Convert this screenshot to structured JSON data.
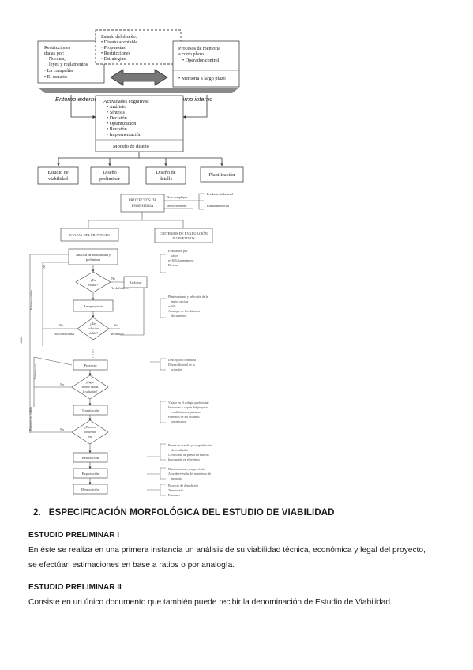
{
  "top_diagram": {
    "restricciones": {
      "title": "Restricciones",
      "line2": "dadas por:",
      "items": [
        "• Normas,",
        "leyes y reglamentos",
        "• La compañía",
        "• El usuario"
      ]
    },
    "estado": {
      "title": "Estado del diseño:",
      "items": [
        "• Diseño aceptable",
        "• Propuestas",
        "• Restricciones",
        "• Estrategias"
      ]
    },
    "procesos": {
      "lines": [
        "Procesos de memoria",
        "a corto plazo",
        "• Operador/control"
      ],
      "extra": "• Memoria a largo plazo"
    },
    "entorno_externo": "Entorno externo",
    "entorno_interno": "Entorno interno",
    "actividades": {
      "title": "Actividades cognitivas",
      "items": [
        "• Análisis",
        "• Síntesis",
        "• Decisión",
        "• Optimización",
        "• Revisión",
        "• Implementación"
      ]
    },
    "modelo": "Modelo de diseño",
    "outputs": [
      {
        "line1": "Estudio de",
        "line2": "viabilidad"
      },
      {
        "line1": "Diseño",
        "line2": "preliminar"
      },
      {
        "line1": "Diseño de",
        "line2": "detalle"
      },
      {
        "line1": "Planificación",
        "line2": ""
      }
    ]
  },
  "flow": {
    "proyectos": {
      "line1": "PROYECTOS DE",
      "line2": "INGENIERIA"
    },
    "son_complejos": "Son complejos",
    "se_dividen": "Se dividen en:",
    "producto": "Producto industrial",
    "planta": "Planta industrial",
    "etapas": "ETAPAS DEL PROYECTO",
    "criterios": {
      "line1": "CRITERIOS DE EVALUACIÓN",
      "line2": "Y OBJETIVOS"
    },
    "analisis": {
      "line1": "Análisis de factibilidad y",
      "line2": "preliminar"
    },
    "es_viable": {
      "line1": "¿Es",
      "line2": "viable?"
    },
    "archivar": "Archivar",
    "no": "No",
    "no_definitivo": "No definitivo",
    "anteproyecto": "Anteproyecto",
    "hay_solucion": {
      "line1": "¿Hay",
      "line2": "solución",
      "line3": "viable?"
    },
    "no_condicional": "No condicional",
    "definitivo": "definitivo",
    "proyecto": "Proyecto",
    "sigue_valida": {
      "line1": "¿Sigue",
      "line2": "siendo válida",
      "line3": "la solución?"
    },
    "tramitacion": "Tramitación",
    "existen_problemas": {
      "line1": "¿Existen",
      "line2": "problemas",
      "line3": "en"
    },
    "realizacion": "Realización",
    "explotacion": "Explotación",
    "desmantelacion": "Desmolición",
    "retorno_viable": "Retorno viable",
    "retorno_no": "Retorno no",
    "retorno_no_valido": "Retorno no válido",
    "valido": "válido",
    "criterios_groups": [
      [
        "Evaluación por",
        "ratios",
        "σ=30% (aceptamos)",
        "Derivar"
      ],
      [
        "Planteamiento y selección de la",
        "mejor opción",
        "σ=5%",
        "Arranque de los distintos",
        "documentos"
      ],
      [
        "Descripción completa",
        "Desarrollo total de la",
        "solución"
      ],
      [
        "Visado en el colegio profesional",
        "Instancias y copias del proyecto",
        "en distintos organismos",
        "Permisos de los distintos",
        "organismos"
      ],
      [
        "Puesta en marcha y comprobación",
        "de resultados",
        "Certificado de puesta en marcha",
        "Inscripción en el registro"
      ],
      [
        "Mantenimiento y supervisión",
        "Acta de revisión del ministerio de",
        "industria"
      ],
      [
        "Proyecto de demolición",
        "Tramitación",
        "Permisos"
      ]
    ]
  },
  "document": {
    "section_number": "2.",
    "section_title": "ESPECIFICACIÓN MORFOLÓGICA DEL ESTUDIO DE VIABILIDAD",
    "sub1": "ESTUDIO PRELIMINAR I",
    "para1_line1": "En éste se realiza en una primera instancia un análisis de su viabilidad técnica, económica y legal del proyecto,",
    "para1_line2": "se efectúan estimaciones en base a ratios o por analogía.",
    "sub2": "ESTUDIO PRELIMINAR II",
    "para2": "Consiste en un único documento que también puede recibir la denominación de Estudio de Viabilidad."
  }
}
